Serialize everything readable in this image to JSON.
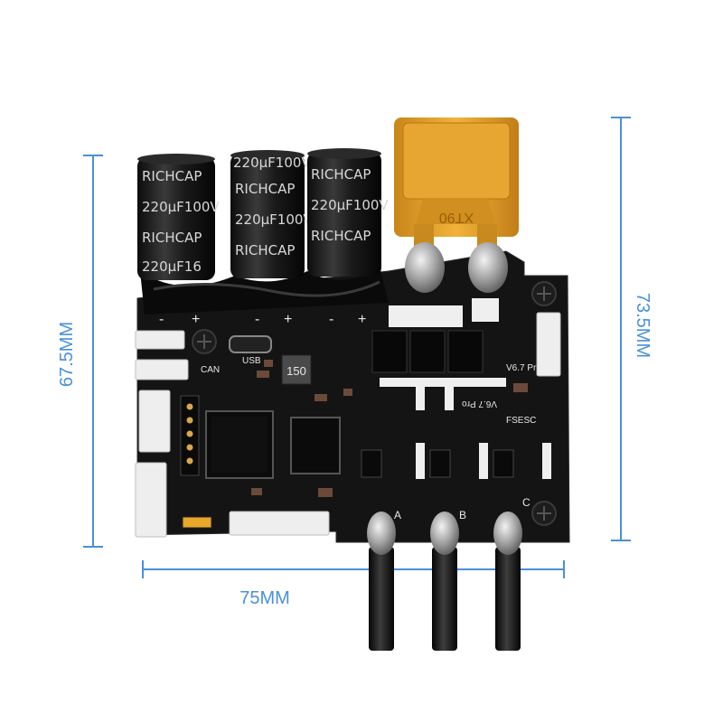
{
  "dimensions": {
    "left_height": "67.5MM",
    "right_height": "73.5MM",
    "width": "75MM",
    "line_color": "#4a90d9"
  },
  "capacitors": [
    {
      "brand": "RICHCAP",
      "rating": "220µF100V",
      "brand2": "RICHCAP",
      "rating2": "220µF16"
    },
    {
      "rating_top": "220µF100V",
      "brand": "RICHCAP",
      "rating": "220µF100V",
      "brand2": "RICHCAP"
    },
    {
      "brand": "RICHCAP",
      "rating": "220µF100V",
      "brand2": "RICHCAP"
    }
  ],
  "connector": {
    "label": "XT90",
    "color": "#e8a62a"
  },
  "board": {
    "color": "#141414",
    "usb_label": "USB",
    "can_label": "CAN",
    "inductor_label": "150",
    "version_label": "V6.7 Pro",
    "version_label_flipped": "V6.7 Pro",
    "product_label": "FSESC",
    "phase_a": "A",
    "phase_b": "B",
    "phase_c": "C",
    "polarity_marks": [
      "-",
      "+",
      "-",
      "+",
      "-",
      "+"
    ]
  }
}
